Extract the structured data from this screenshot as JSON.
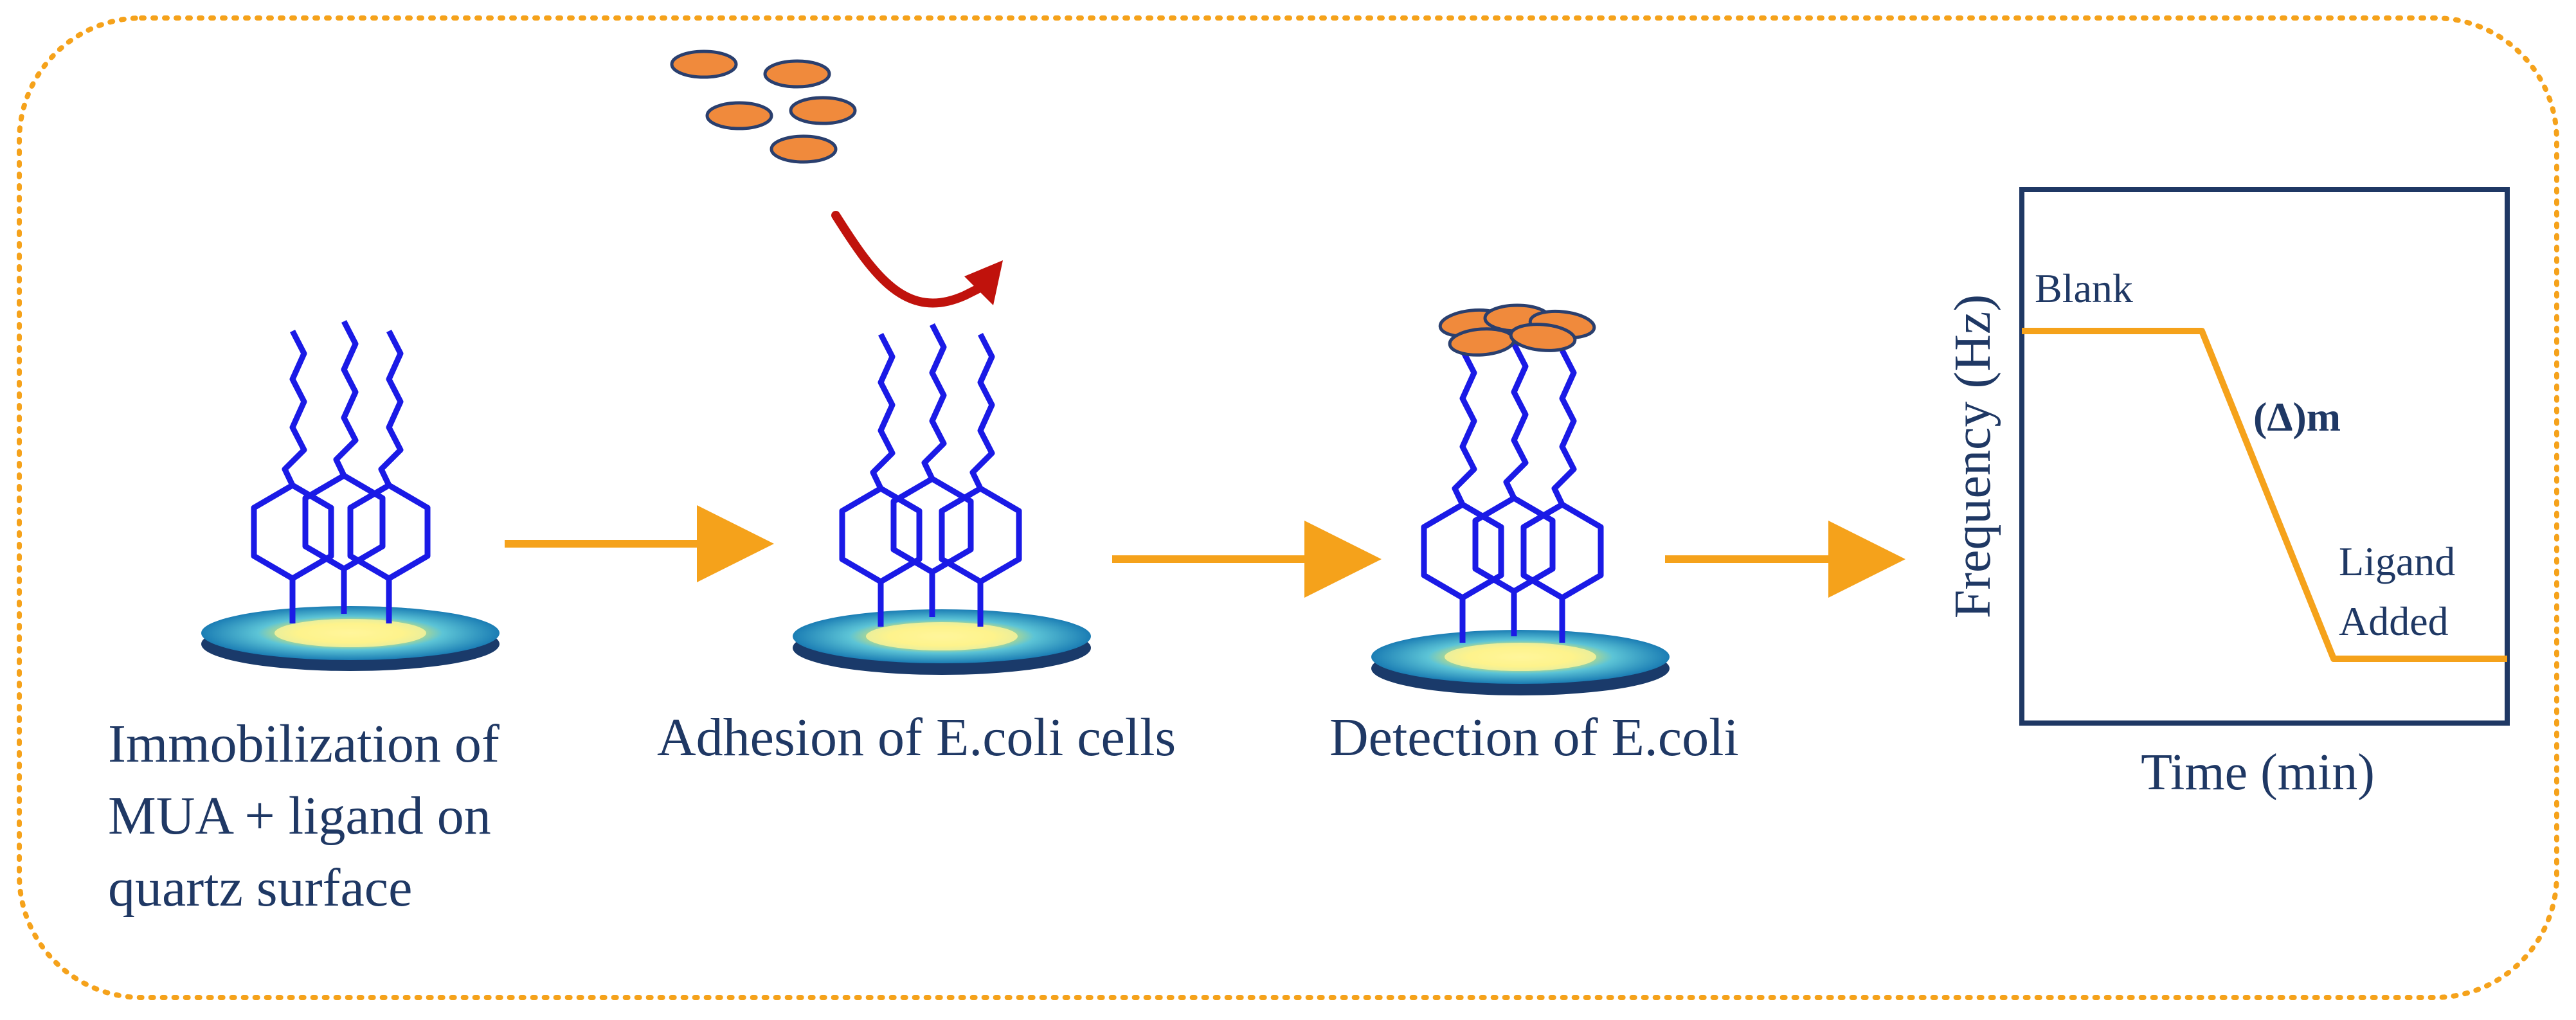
{
  "colors": {
    "border": "#f5a21b",
    "arrow": "#f5a21b",
    "molecule": "#1a1ae6",
    "bacteria_fill": "#f08a3c",
    "bacteria_outline": "#2a3f6e",
    "curved_arrow": "#c0120c",
    "text": "#1f3864",
    "graph_frame": "#1f3864",
    "graph_line": "#f5a21b"
  },
  "steps": [
    {
      "caption_lines": [
        "Immobilization of",
        "MUA + ligand on",
        "quartz surface"
      ]
    },
    {
      "caption_lines": [
        "Adhesion of E.coli cells"
      ]
    },
    {
      "caption_lines": [
        "Detection of E.coli"
      ]
    }
  ],
  "graph": {
    "ylabel": "Frequency (Hz)",
    "xlabel": "Time (min)",
    "label_blank": "Blank",
    "label_delta": "(Δ)m",
    "label_ligand_line1": "Ligand",
    "label_ligand_line2": "Added"
  }
}
